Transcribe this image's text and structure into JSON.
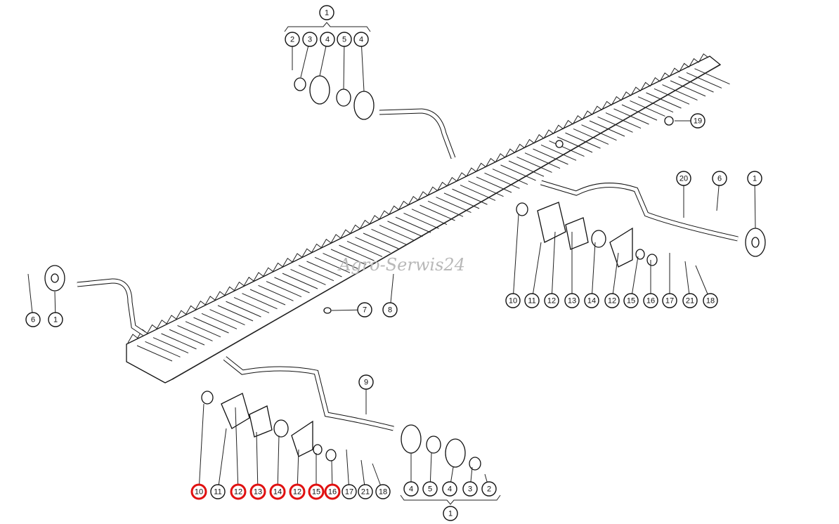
{
  "diagram": {
    "watermark": "Agro-Serwis24",
    "highlight_color": "#e01010",
    "callouts": [
      {
        "label": "1",
        "highlighted": false
      },
      {
        "label": "2",
        "highlighted": false
      },
      {
        "label": "3",
        "highlighted": false
      },
      {
        "label": "4",
        "highlighted": false
      },
      {
        "label": "5",
        "highlighted": false
      },
      {
        "label": "4",
        "highlighted": false
      },
      {
        "label": "19",
        "highlighted": false
      },
      {
        "label": "20",
        "highlighted": false
      },
      {
        "label": "6",
        "highlighted": false
      },
      {
        "label": "1",
        "highlighted": false
      },
      {
        "label": "10",
        "highlighted": false
      },
      {
        "label": "11",
        "highlighted": false
      },
      {
        "label": "12",
        "highlighted": false
      },
      {
        "label": "13",
        "highlighted": false
      },
      {
        "label": "14",
        "highlighted": false
      },
      {
        "label": "12",
        "highlighted": false
      },
      {
        "label": "15",
        "highlighted": false
      },
      {
        "label": "16",
        "highlighted": false
      },
      {
        "label": "17",
        "highlighted": false
      },
      {
        "label": "21",
        "highlighted": false
      },
      {
        "label": "18",
        "highlighted": false
      },
      {
        "label": "6",
        "highlighted": false
      },
      {
        "label": "1",
        "highlighted": false
      },
      {
        "label": "7",
        "highlighted": false
      },
      {
        "label": "8",
        "highlighted": false
      },
      {
        "label": "9",
        "highlighted": false
      },
      {
        "label": "10",
        "highlighted": true
      },
      {
        "label": "11",
        "highlighted": false
      },
      {
        "label": "12",
        "highlighted": true
      },
      {
        "label": "13",
        "highlighted": true
      },
      {
        "label": "14",
        "highlighted": true
      },
      {
        "label": "12",
        "highlighted": true
      },
      {
        "label": "15",
        "highlighted": true
      },
      {
        "label": "16",
        "highlighted": true
      },
      {
        "label": "17",
        "highlighted": false
      },
      {
        "label": "21",
        "highlighted": false
      },
      {
        "label": "18",
        "highlighted": false
      },
      {
        "label": "4",
        "highlighted": false
      },
      {
        "label": "5",
        "highlighted": false
      },
      {
        "label": "4",
        "highlighted": false
      },
      {
        "label": "3",
        "highlighted": false
      },
      {
        "label": "2",
        "highlighted": false
      },
      {
        "label": "1",
        "highlighted": false
      }
    ]
  }
}
